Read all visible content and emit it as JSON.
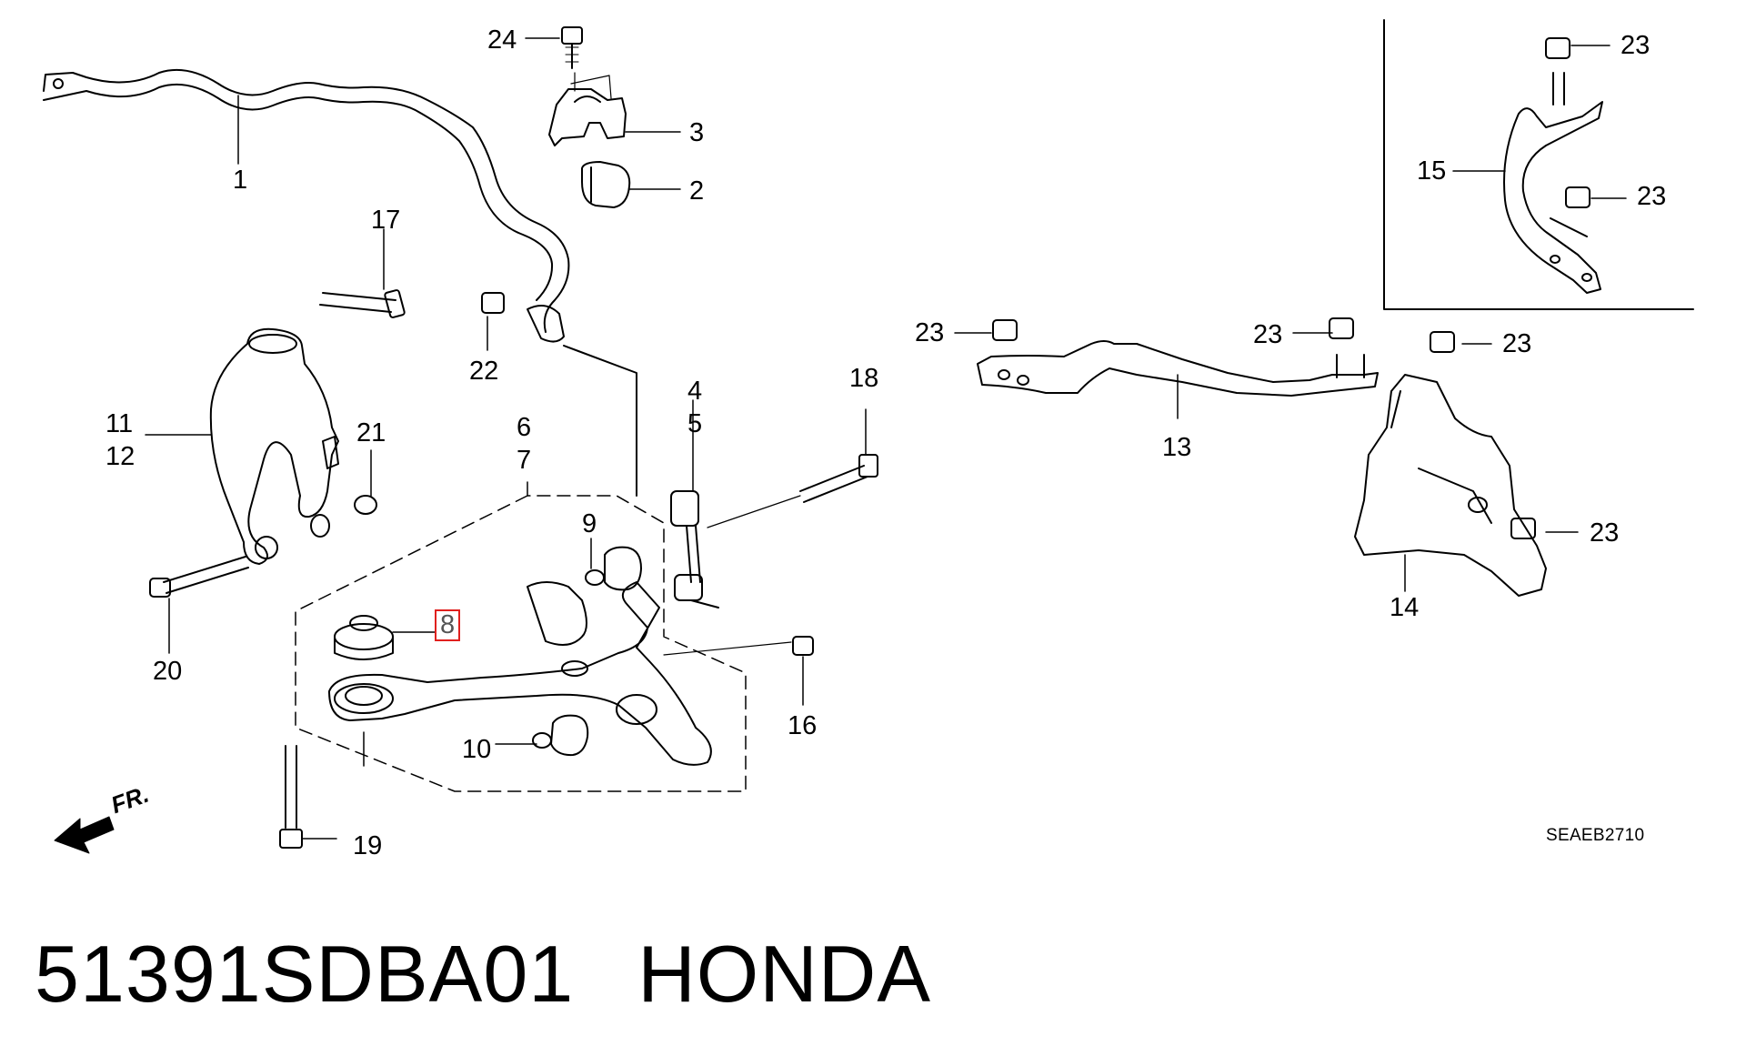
{
  "diagram": {
    "callouts": [
      {
        "id": "p1",
        "text": "1"
      },
      {
        "id": "p2",
        "text": "2"
      },
      {
        "id": "p3",
        "text": "3"
      },
      {
        "id": "p4",
        "text": "4"
      },
      {
        "id": "p5",
        "text": "5"
      },
      {
        "id": "p6",
        "text": "6"
      },
      {
        "id": "p7",
        "text": "7"
      },
      {
        "id": "p8",
        "text": "8"
      },
      {
        "id": "p9",
        "text": "9"
      },
      {
        "id": "p10",
        "text": "10"
      },
      {
        "id": "p11",
        "text": "11"
      },
      {
        "id": "p12",
        "text": "12"
      },
      {
        "id": "p13",
        "text": "13"
      },
      {
        "id": "p14",
        "text": "14"
      },
      {
        "id": "p15",
        "text": "15"
      },
      {
        "id": "p16",
        "text": "16"
      },
      {
        "id": "p17",
        "text": "17"
      },
      {
        "id": "p18",
        "text": "18"
      },
      {
        "id": "p19",
        "text": "19"
      },
      {
        "id": "p20",
        "text": "20"
      },
      {
        "id": "p21",
        "text": "21"
      },
      {
        "id": "p22",
        "text": "22"
      },
      {
        "id": "p23a",
        "text": "23"
      },
      {
        "id": "p23b",
        "text": "23"
      },
      {
        "id": "p23c",
        "text": "23"
      },
      {
        "id": "p23d",
        "text": "23"
      },
      {
        "id": "p23e",
        "text": "23"
      },
      {
        "id": "p23f",
        "text": "23"
      },
      {
        "id": "p24",
        "text": "24"
      }
    ],
    "highlighted_callout": "8",
    "highlight_color": "#e0201e",
    "direction_label": "FR.",
    "drawing_code": "SEAEB2710"
  },
  "footer": {
    "part_number": "51391SDBA01",
    "brand": "HONDA"
  }
}
